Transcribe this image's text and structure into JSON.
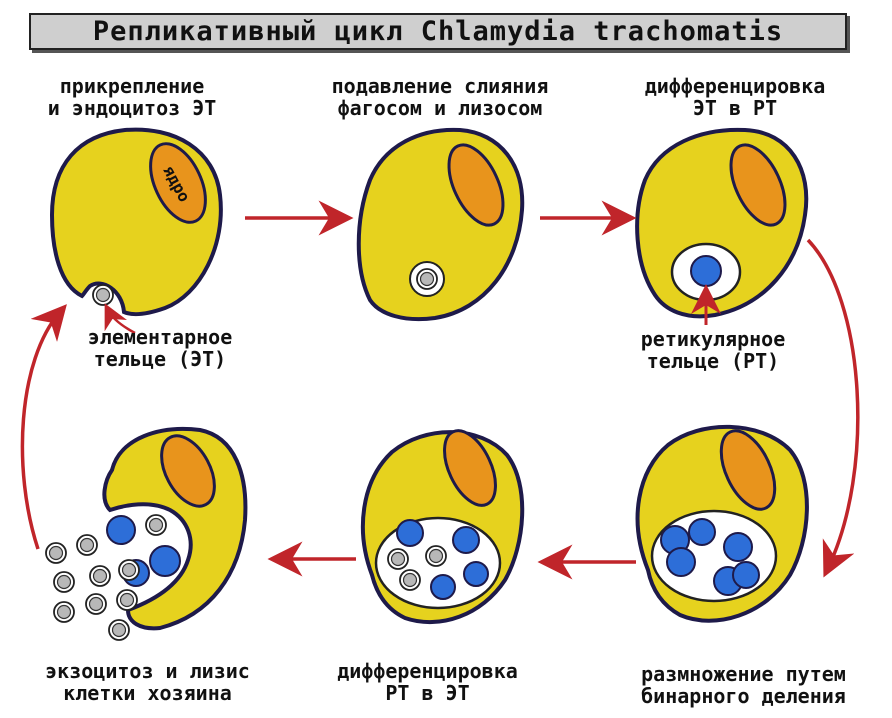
{
  "title": "Репликативный цикл Chlamydia trachomatis",
  "nucleus_label": "ядро",
  "stages": {
    "attachment": [
      "прикрепление",
      "и эндоцитоз ЭТ"
    ],
    "fusion_block": [
      "подавление слияния",
      "фагосом и лизосом"
    ],
    "et_to_rt": [
      "дифференцировка",
      "ЭТ в РТ"
    ],
    "binary_fission": [
      "размножение путем",
      "бинарного деления"
    ],
    "rt_to_et": [
      "дифференцировка",
      "РТ в ЭТ"
    ],
    "exocytosis": [
      "экзоцитоз и лизис",
      "клетки хозяина"
    ]
  },
  "callouts": {
    "elementary_body": [
      "элементарное",
      "тельце (ЭТ)"
    ],
    "reticulate_body": [
      "ретикулярное",
      "тельце (РТ)"
    ]
  },
  "colors": {
    "cell": "#e6d21e",
    "nucleus": "#e8941c",
    "reticulate_body": "#2d6ed8",
    "elementary_body": "#b8b8b8",
    "arrow": "#c0252a",
    "outline": "#1e1a4a"
  }
}
